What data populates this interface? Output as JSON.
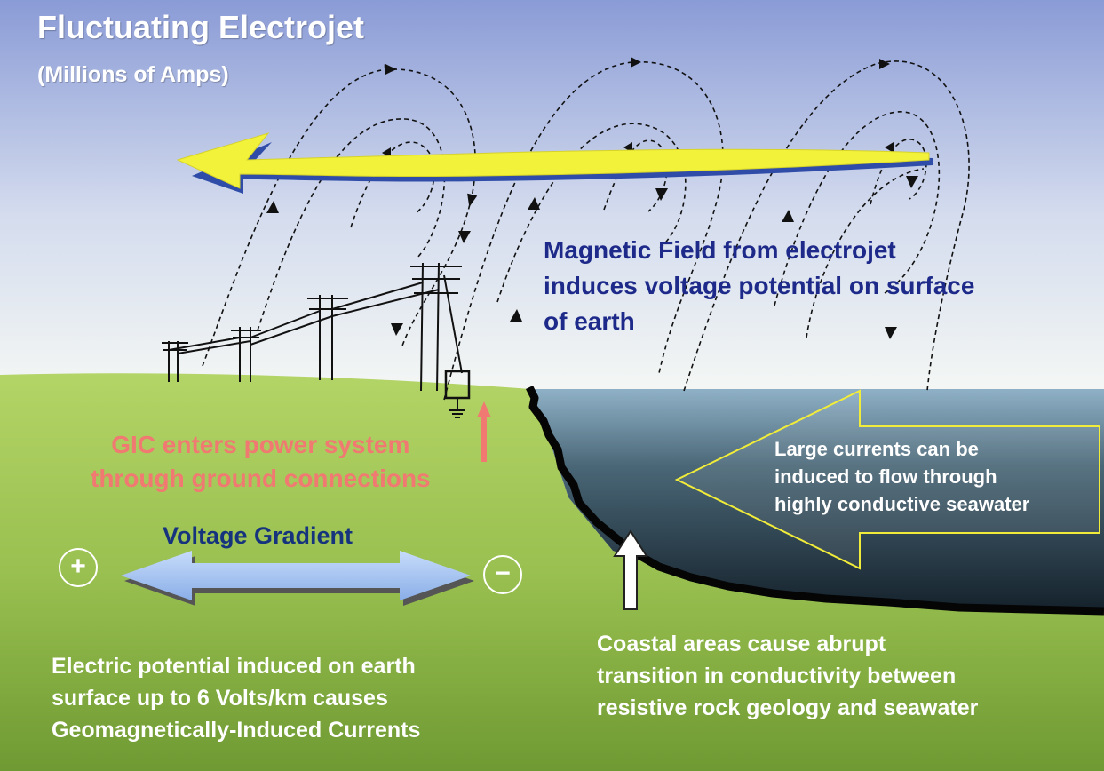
{
  "title": "Fluctuating Electrojet",
  "subtitle": "(Millions of Amps)",
  "magnetic_field_text": [
    "Magnetic Field from electrojet",
    "induces voltage potential on surface",
    "of earth"
  ],
  "gic_text": [
    "GIC enters power system",
    "through ground connections"
  ],
  "voltage_gradient_label": "Voltage Gradient",
  "plus_sign": "+",
  "minus_sign": "−",
  "seawater_text": [
    "Large currents can be",
    "induced to flow through",
    "highly conductive seawater"
  ],
  "electric_potential_text": [
    "Electric potential induced on earth",
    "surface up to 6 Volts/km causes",
    "Geomagnetically-Induced Currents"
  ],
  "coastal_text": [
    "Coastal areas cause abrupt",
    "transition in conductivity between",
    "resistive rock geology and seawater"
  ],
  "colors": {
    "sky_top": "#8a9bd6",
    "land": "#a9cc5c",
    "sea": "#2e4655",
    "electrojet_arrow": "#f2f23a",
    "voltage_arrow": "#a9c6f5",
    "gic_text": "#f07a72",
    "field_text": "#1e2a8a"
  }
}
